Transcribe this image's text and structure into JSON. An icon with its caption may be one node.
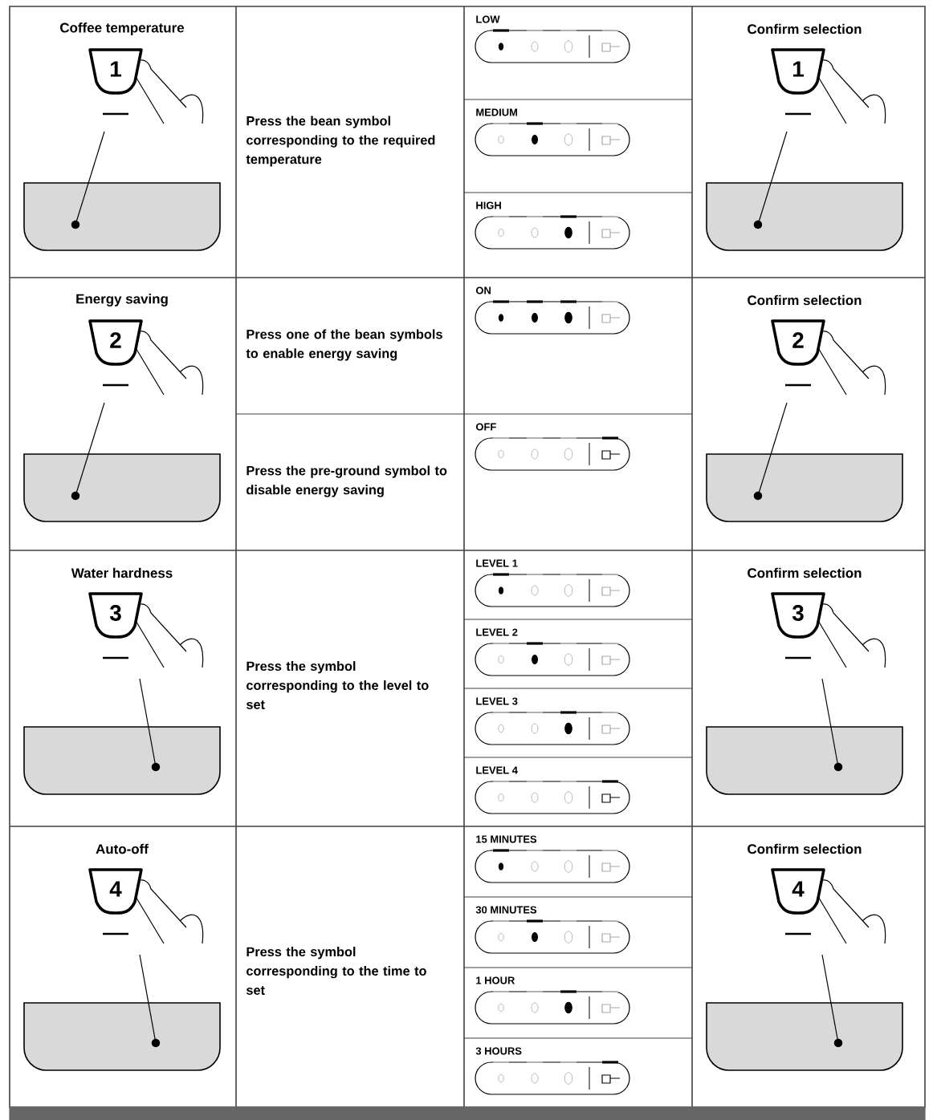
{
  "diagram": {
    "labels": [
      "Coffee temperature",
      "1",
      "Press the bean symbol corresponding to the required temperature",
      "LOW",
      "MEDIUM",
      "HIGH",
      "Confirm selection",
      "1",
      "Energy saving",
      "2",
      "Press one of the bean symbols to enable energy saving",
      "ON",
      "Press the pre-ground symbol to disable energy saving",
      "OFF",
      "Confirm selection",
      "2",
      "Water hardness",
      "3",
      "Press the symbol corresponding to the level to set",
      "LEVEL 1",
      "LEVEL 2",
      "LEVEL 3",
      "LEVEL 4",
      "Confirm selection",
      "3",
      "Auto-off",
      "4",
      "Press the symbol corresponding to the time to set",
      "15 MINUTES",
      "30 MINUTES",
      "1 HOUR",
      "3 HOURS",
      "Confirm selection",
      "4"
    ]
  }
}
